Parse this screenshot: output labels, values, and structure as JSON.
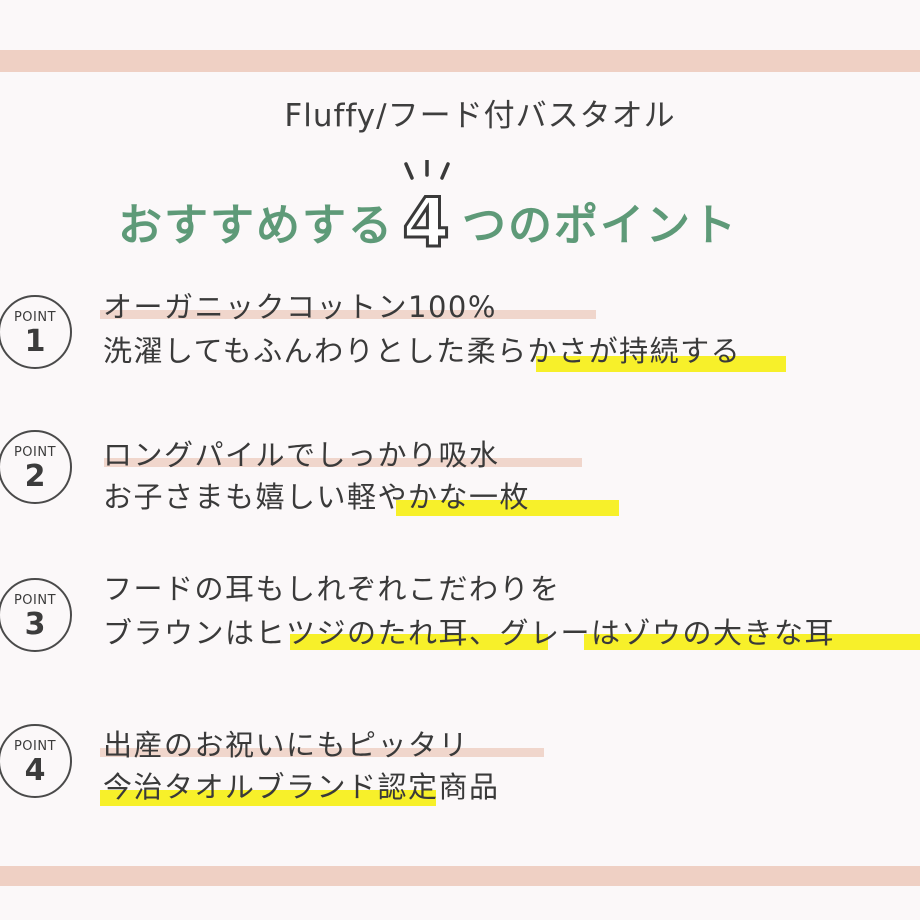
{
  "header": {
    "subtitle": "Fluffy/フード付バスタオル",
    "headline_before": "おすすめする",
    "headline_number": "4",
    "headline_after": "つのポイント"
  },
  "points": [
    {
      "label": "POINT",
      "number": "1",
      "line1": "オーガニックコットン100%",
      "line2": "洗濯してもふんわりとした柔らかさが持続する"
    },
    {
      "label": "POINT",
      "number": "2",
      "line1": "ロングパイルでしっかり吸水",
      "line2": "お子さまも嬉しい軽やかな一枚"
    },
    {
      "label": "POINT",
      "number": "3",
      "line1": "フードの耳もしれぞれこだわりを",
      "line2": "ブラウンはヒツジのたれ耳、グレーはゾウの大きな耳"
    },
    {
      "label": "POINT",
      "number": "4",
      "line1": "出産のお祝いにもピッタリ",
      "line2": "今治タオルブランド認定商品"
    }
  ],
  "colors": {
    "background": "#fbf8f9",
    "band": "#efd0c4",
    "headline_green": "#5e9a78",
    "highlight_pink": "#f0d6cc",
    "highlight_yellow": "#f7f02a",
    "text": "#3a3a3a"
  }
}
